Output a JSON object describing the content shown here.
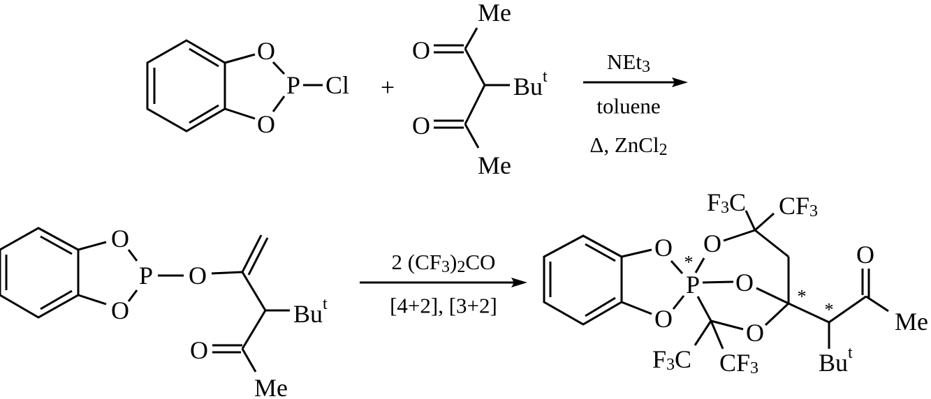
{
  "scheme": {
    "reactant1": {
      "o_top": "O",
      "o_bottom": "O",
      "p": "P",
      "cl": "Cl"
    },
    "plus": "+",
    "reactant2": {
      "o_top": "O",
      "o_bottom": "O",
      "me_top": "Me",
      "me_bottom": "Me",
      "bu": "Bu",
      "bu_sup": "t"
    },
    "arrow1": {
      "above": {
        "main": "NEt",
        "sub": "3"
      },
      "below1": "toluene",
      "below2": {
        "main": "Δ, ZnCl",
        "sub": "2"
      }
    },
    "intermediate": {
      "o_top": "O",
      "o_bottom": "O",
      "p": "P",
      "o_link": "O",
      "o_keto": "O",
      "me": "Me",
      "bu": "Bu",
      "bu_sup": "t"
    },
    "arrow2": {
      "above": {
        "a": "2 (CF",
        "a_sub": "3",
        "b": ")",
        "b_sub": "2",
        "c": "CO"
      },
      "below": "[4+2], [3+2]"
    },
    "product": {
      "o_cat_top": "O",
      "o_cat_bottom": "O",
      "p": "P",
      "p_star": "*",
      "o_top": "O",
      "o_mid": "O",
      "o_bottom": "O",
      "o_keto": "O",
      "cf3_label": {
        "c": "CF",
        "sub": "3"
      },
      "f3c_label": {
        "f": "F",
        "sub": "3",
        "c": "C"
      },
      "star_c": "*",
      "star_ch": "*",
      "me": "Me",
      "bu": "Bu",
      "bu_sup": "t"
    }
  }
}
